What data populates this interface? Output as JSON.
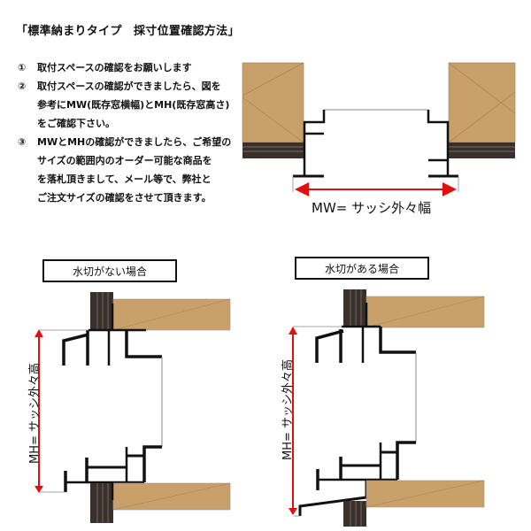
{
  "title": "「標準納まりタイプ　採寸位置確認方法」",
  "steps": [
    {
      "num": "①",
      "lines": [
        "取付スペースの確認をお願いします"
      ]
    },
    {
      "num": "②",
      "lines": [
        "取付スペースの確認ができましたら、図を",
        "参考にMW(既存窓横幅)とMH(既存窓高さ)",
        "をご確認下さい。"
      ]
    },
    {
      "num": "③",
      "lines": [
        "MWとMHの確認ができましたら、ご希望の",
        "サイズの範囲内のオーダー可能な商品を",
        "を落札頂きまして、メール等で、弊社と",
        "ご注文サイズの確認をさせて頂きます。"
      ]
    }
  ],
  "diagrams": {
    "top": {
      "dimension_label": "MW= サッシ外々幅"
    },
    "bottom_left": {
      "case_label": "水切がない場合",
      "dimension_label": "MH= サッシ外々高"
    },
    "bottom_right": {
      "case_label": "水切がある場合",
      "dimension_label": "MH= サッシ外々高"
    }
  },
  "colors": {
    "wood": "#c9a06a",
    "dark_board": "#3a302b",
    "frame": "#111111",
    "arrow": "#e01010",
    "guide": "#888888"
  }
}
